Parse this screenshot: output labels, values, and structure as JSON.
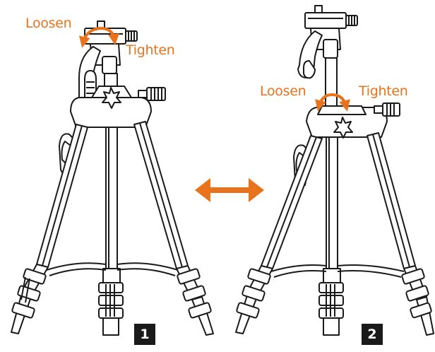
{
  "labels": {
    "step1_loosen": "Loosen",
    "step1_tighten": "Tighten",
    "step2_loosen": "Loosen",
    "step2_tighten": "Tighten"
  },
  "steps": {
    "step1": "1",
    "step2": "2"
  },
  "colors": {
    "accent": "#e8731c",
    "line": "#1a1a1a",
    "fill": "#ffffff",
    "badge_bg": "#1a1a1a"
  },
  "icons": {
    "swap_arrow": "double-headed-arrow-icon",
    "rotation_arrow": "rotate-arrow-icon"
  }
}
